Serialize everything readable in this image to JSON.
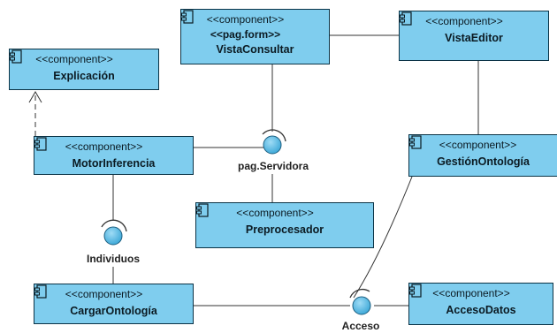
{
  "diagram": {
    "components": {
      "explicacion": {
        "stereotype": "<<component>>",
        "name": "Explicación"
      },
      "vista_consultar": {
        "stereotype": "<<component>>",
        "stereotype2": "<<pag.form>>",
        "name": "VistaConsultar"
      },
      "vista_editor": {
        "stereotype": "<<component>>",
        "name": "VistaEditor"
      },
      "motor_inferencia": {
        "stereotype": "<<component>>",
        "name": "MotorInferencia"
      },
      "gestion_ontologia": {
        "stereotype": "<<component>>",
        "name": "GestiónOntología"
      },
      "preprocesador": {
        "stereotype": "<<component>>",
        "name": "Preprocesador"
      },
      "cargar_ontologia": {
        "stereotype": "<<component>>",
        "name": "CargarOntología"
      },
      "acceso_datos": {
        "stereotype": "<<component>>",
        "name": "AccesoDatos"
      }
    },
    "interfaces": {
      "pag_servidora": {
        "label": "pag.Servidora"
      },
      "individuos": {
        "label": "Individuos"
      },
      "acceso": {
        "label": "Acceso"
      }
    },
    "colors": {
      "component_fill": "#7fcdee",
      "component_border": "#0b3346",
      "connector": "#333333"
    }
  }
}
